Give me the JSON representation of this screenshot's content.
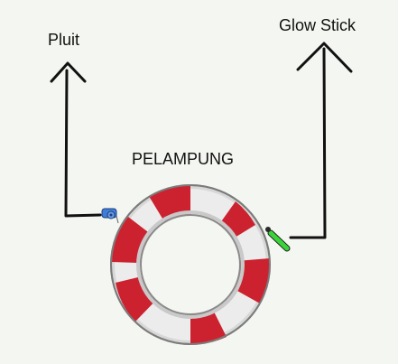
{
  "labels": {
    "left_item": "Pluit",
    "right_item": "Glow Stick",
    "center_item": "PELAMPUNG"
  },
  "icons": {
    "left": "whistle-icon",
    "right": "glow-stick-icon",
    "center": "lifebuoy-icon"
  },
  "colors": {
    "background": "#f4f7f1",
    "lifebuoy_red": "#cc2230",
    "lifebuoy_white": "#e8e8e8",
    "whistle_blue": "#3f7ed8",
    "glow_green": "#3ad43a",
    "arrow": "#111111"
  }
}
